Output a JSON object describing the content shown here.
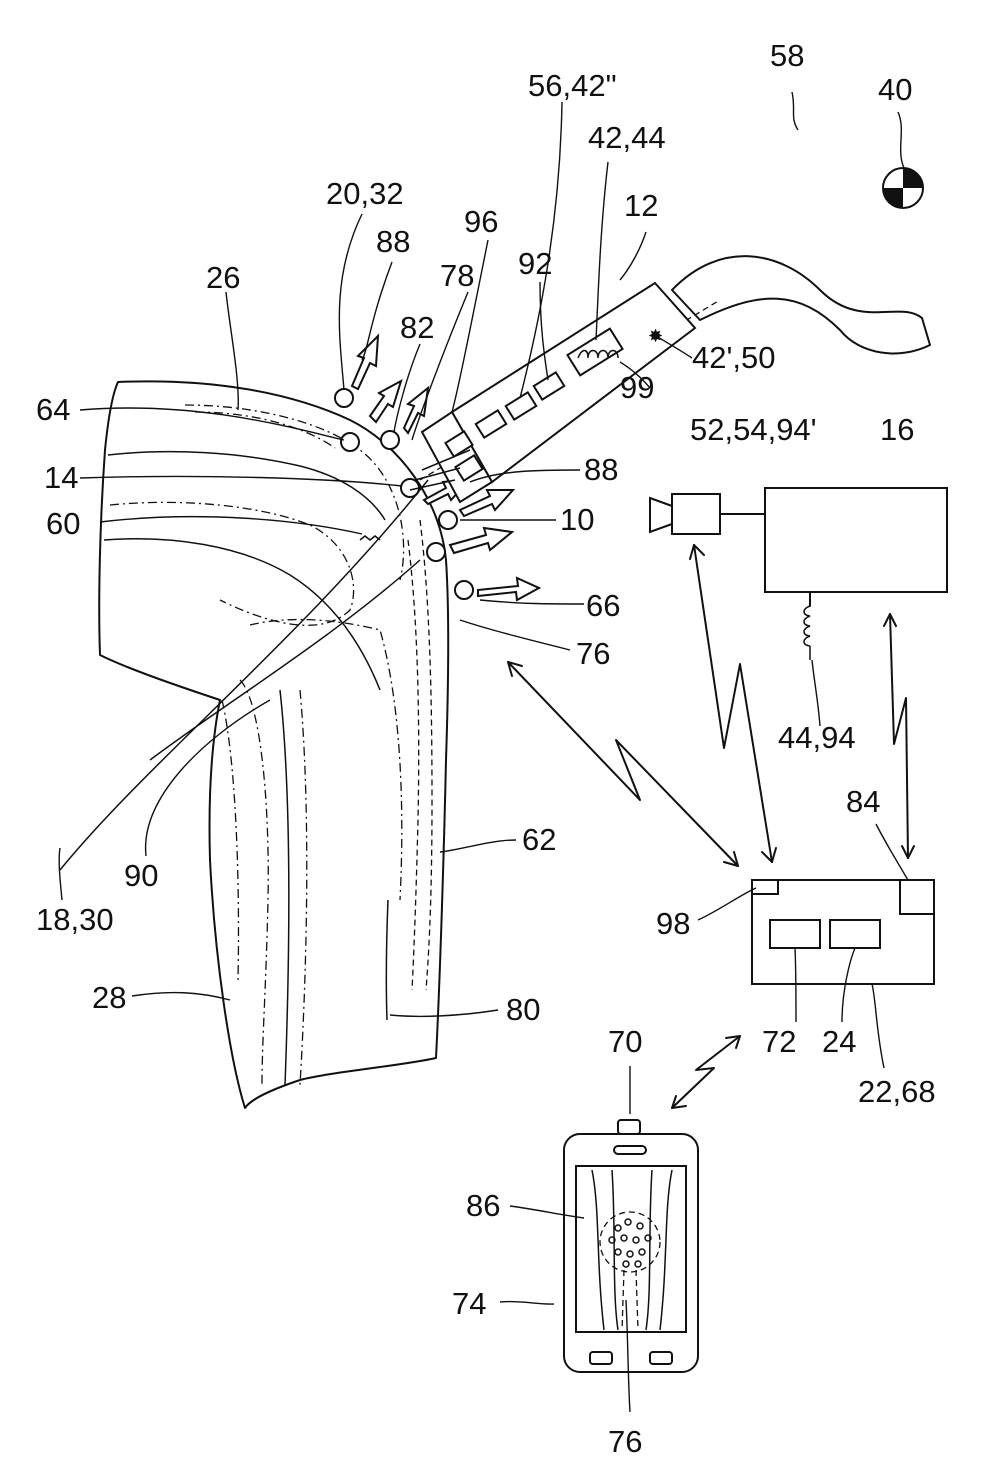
{
  "labels": {
    "l58": "58",
    "l40": "40",
    "l56": "56,42\"",
    "l42_44": "42,44",
    "l12": "12",
    "l20_32": "20,32",
    "l88_top": "88",
    "l96": "96",
    "l92": "92",
    "l26": "26",
    "l78": "78",
    "l82": "82",
    "l42p_50": "42',50",
    "l99": "99",
    "l64": "64",
    "l14": "14",
    "l88_mid": "88",
    "l52": "52,54,94'",
    "l16": "16",
    "l60": "60",
    "l10": "10",
    "l66": "66",
    "l76_top": "76",
    "l44_94": "44,94",
    "l84": "84",
    "l62": "62",
    "l90": "90",
    "l18_30": "18,30",
    "l98": "98",
    "l28": "28",
    "l80": "80",
    "l72": "72",
    "l24": "24",
    "l22_68": "22,68",
    "l70": "70",
    "l86": "86",
    "l74": "74",
    "l76_bottom": "76"
  }
}
